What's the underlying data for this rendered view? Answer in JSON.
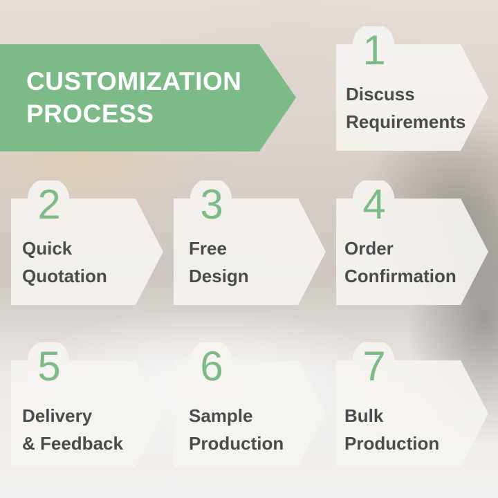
{
  "title": "CUSTOMIZATION\nPROCESS",
  "colors": {
    "accent_green": "#7cba88",
    "card_fill": "#f6f4f1",
    "label_text": "#4b4b4b"
  },
  "steps": [
    {
      "number": "1",
      "label": "Discuss\nRequirements"
    },
    {
      "number": "2",
      "label": "Quick\nQuotation"
    },
    {
      "number": "3",
      "label": "Free\nDesign"
    },
    {
      "number": "4",
      "label": "Order\nConfirmation"
    },
    {
      "number": "5",
      "label": "Delivery\n& Feedback"
    },
    {
      "number": "6",
      "label": "Sample\nProduction"
    },
    {
      "number": "7",
      "label": "Bulk\nProduction"
    }
  ]
}
